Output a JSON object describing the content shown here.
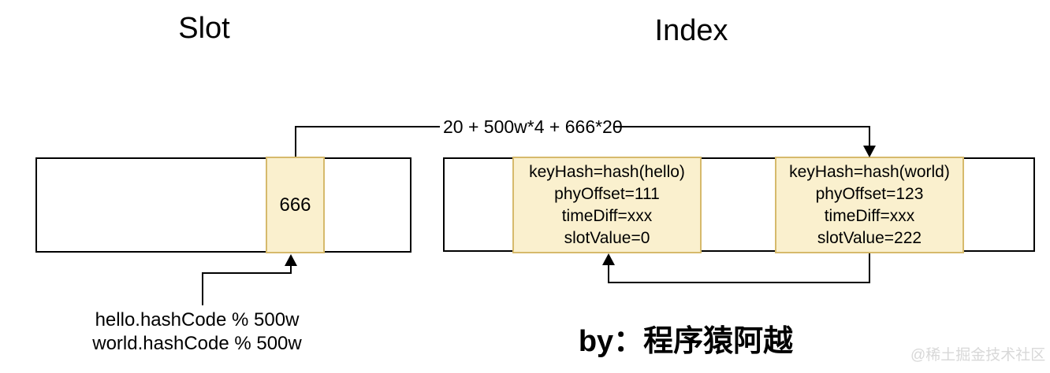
{
  "titles": {
    "slot": "Slot",
    "index": "Index"
  },
  "slot_section": {
    "highlight_cell_value": "666",
    "hash_note_line1": "hello.hashCode % 500w",
    "hash_note_line2": "world.hashCode % 500w"
  },
  "index_section": {
    "offset_formula": "20 + 500w*4 + 666*20",
    "entries": [
      {
        "lines": [
          "keyHash=hash(hello)",
          "phyOffset=111",
          "timeDiff=xxx",
          "slotValue=0"
        ]
      },
      {
        "lines": [
          "keyHash=hash(world)",
          "phyOffset=123",
          "timeDiff=xxx",
          "slotValue=222"
        ]
      }
    ]
  },
  "footer": {
    "credit": "by：程序猿阿越",
    "watermark": "@稀土掘金技术社区"
  },
  "colors": {
    "cell_fill": "#FAF0CE",
    "cell_border": "#D6BA6C",
    "line": "#000000",
    "watermark": "#D8D8D8"
  }
}
